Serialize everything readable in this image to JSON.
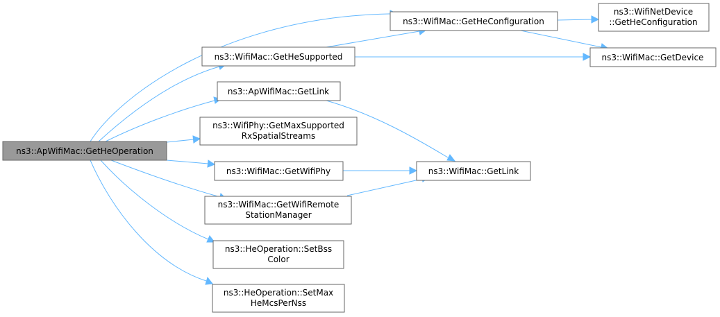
{
  "colors": {
    "root_fill": "#999999",
    "node_fill": "#ffffff",
    "node_border": "#666666",
    "edge": "#63b8ff"
  },
  "nodes": {
    "root": [
      "ns3::ApWifiMac::GetHeOperation"
    ],
    "getHeConfiguration": [
      "ns3::WifiMac::GetHeConfiguration"
    ],
    "netDeviceGetHeConfiguration": [
      "ns3::WifiNetDevice",
      "::GetHeConfiguration"
    ],
    "getHeSupported": [
      "ns3::WifiMac::GetHeSupported"
    ],
    "getDevice": [
      "ns3::WifiMac::GetDevice"
    ],
    "apGetLink": [
      "ns3::ApWifiMac::GetLink"
    ],
    "getMaxSupportedRx": [
      "ns3::WifiPhy::GetMaxSupported",
      "RxSpatialStreams"
    ],
    "getWifiPhy": [
      "ns3::WifiMac::GetWifiPhy"
    ],
    "macGetLink": [
      "ns3::WifiMac::GetLink"
    ],
    "getWifiRemote": [
      "ns3::WifiMac::GetWifiRemote",
      "StationManager"
    ],
    "setBssColor": [
      "ns3::HeOperation::SetBss",
      "Color"
    ],
    "setMaxHeMcs": [
      "ns3::HeOperation::SetMax",
      "HeMcsPerNss"
    ]
  }
}
